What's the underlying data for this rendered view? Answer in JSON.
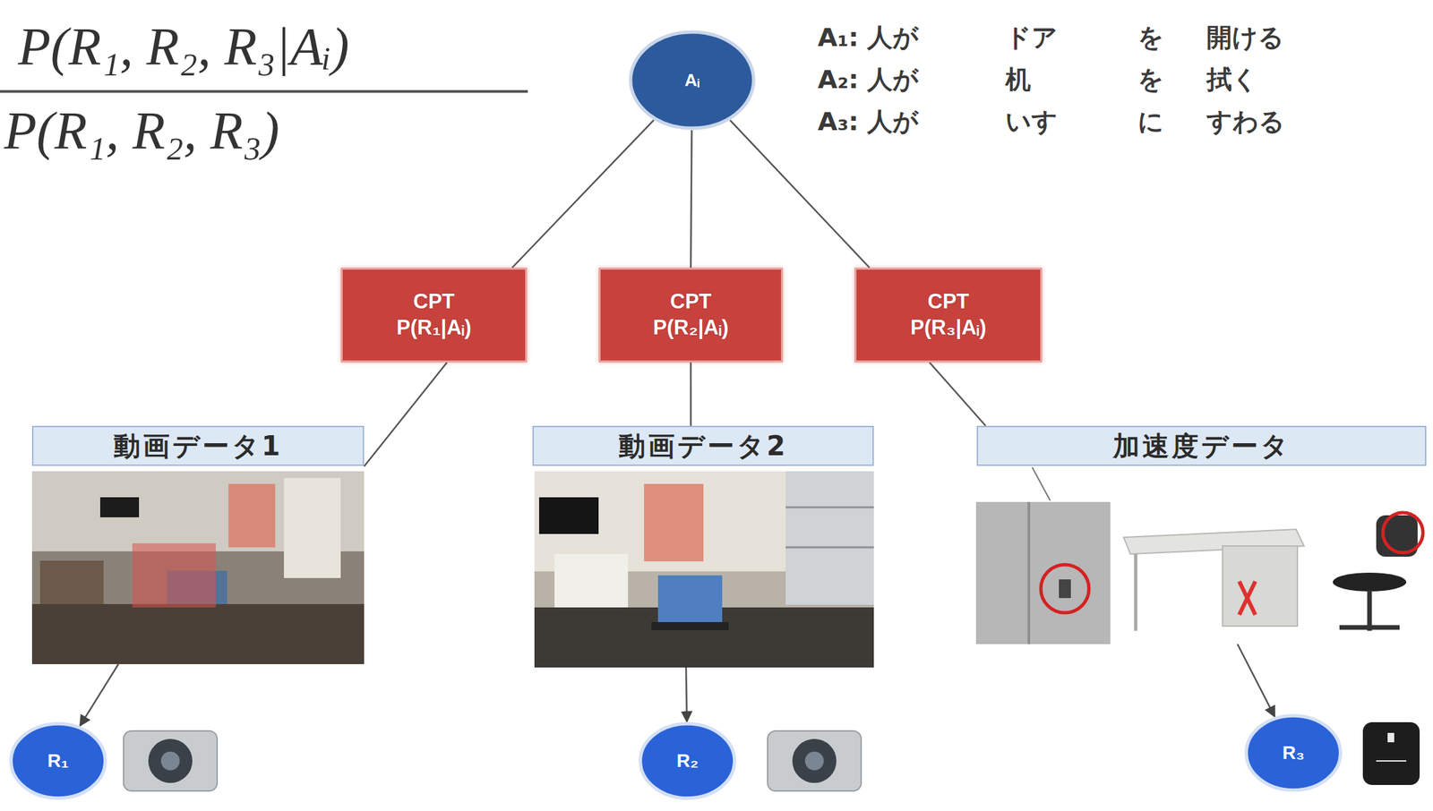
{
  "diagram": {
    "nodes": [
      {
        "text": [
          "Aᵢ"
        ]
      },
      {
        "text": [
          "CPT",
          "P(R₁|Aᵢ)"
        ]
      },
      {
        "text": [
          "CPT",
          "P(R₂|Aᵢ)"
        ]
      },
      {
        "text": [
          "CPT",
          "P(R₃|Aᵢ)"
        ]
      },
      {
        "text": [
          "動画データ1"
        ]
      },
      {
        "text": [
          "動画データ2"
        ]
      },
      {
        "text": [
          "加速度データ"
        ]
      },
      {
        "text": [
          "R₁"
        ]
      },
      {
        "text": [
          "R₂"
        ]
      },
      {
        "text": [
          "R₃"
        ]
      }
    ],
    "edges": [
      {
        "from": 0,
        "to": 1,
        "arrow": "none"
      },
      {
        "from": 0,
        "to": 2,
        "arrow": "none"
      },
      {
        "from": 0,
        "to": 3,
        "arrow": "none"
      },
      {
        "from": 1,
        "to": 4,
        "arrow": "none"
      },
      {
        "from": 2,
        "to": 5,
        "arrow": "none"
      },
      {
        "from": 3,
        "to": 6,
        "arrow": "none"
      },
      {
        "from": 4,
        "to": 7,
        "arrow": "to"
      },
      {
        "from": 5,
        "to": 8,
        "arrow": "to"
      },
      {
        "from": 6,
        "to": 9,
        "arrow": "to"
      }
    ],
    "labels": [
      "P(R₁, R₂, R₃|Aᵢ)",
      "P(R₁, R₂, R₃)",
      "A₁: 人が",
      "ドア",
      "を",
      "開ける",
      "A₂: 人が",
      "机",
      "を",
      "拭く",
      "A₃: 人が",
      "いす",
      "に",
      "すわる"
    ]
  }
}
